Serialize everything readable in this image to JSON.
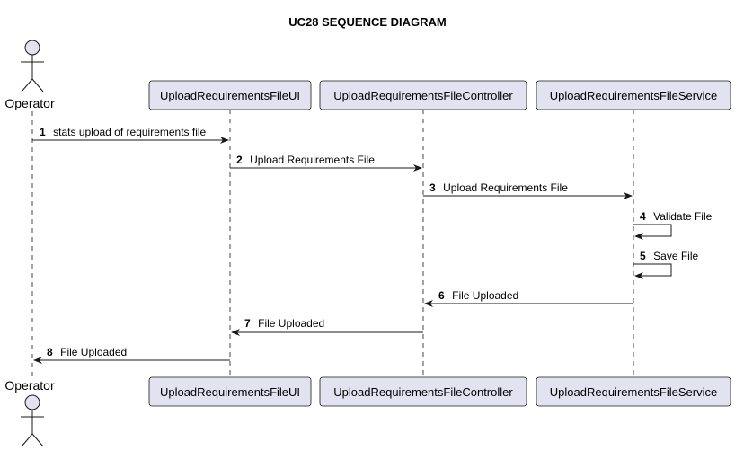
{
  "diagram": {
    "title": "UC28 SEQUENCE DIAGRAM",
    "actor": {
      "name": "Operator"
    },
    "participants": [
      {
        "name": "UploadRequirementsFileUI"
      },
      {
        "name": "UploadRequirementsFileController"
      },
      {
        "name": "UploadRequirementsFileService"
      }
    ],
    "messages": [
      {
        "num": "1",
        "text": "stats upload of requirements file",
        "from": "Operator",
        "to": "UploadRequirementsFileUI"
      },
      {
        "num": "2",
        "text": "Upload Requirements File",
        "from": "UploadRequirementsFileUI",
        "to": "UploadRequirementsFileController"
      },
      {
        "num": "3",
        "text": "Upload Requirements File",
        "from": "UploadRequirementsFileController",
        "to": "UploadRequirementsFileService"
      },
      {
        "num": "4",
        "text": "Validate File",
        "from": "UploadRequirementsFileService",
        "to": "UploadRequirementsFileService"
      },
      {
        "num": "5",
        "text": "Save File",
        "from": "UploadRequirementsFileService",
        "to": "UploadRequirementsFileService"
      },
      {
        "num": "6",
        "text": "File Uploaded",
        "from": "UploadRequirementsFileService",
        "to": "UploadRequirementsFileController"
      },
      {
        "num": "7",
        "text": "File Uploaded",
        "from": "UploadRequirementsFileController",
        "to": "UploadRequirementsFileUI"
      },
      {
        "num": "8",
        "text": "File Uploaded",
        "from": "UploadRequirementsFileUI",
        "to": "Operator"
      }
    ]
  },
  "colors": {
    "participant_fill": "#e2e2f0",
    "participant_border": "#181818",
    "actor_fill": "#e2e2f0",
    "lifeline": "#181818",
    "arrow": "#181818"
  }
}
